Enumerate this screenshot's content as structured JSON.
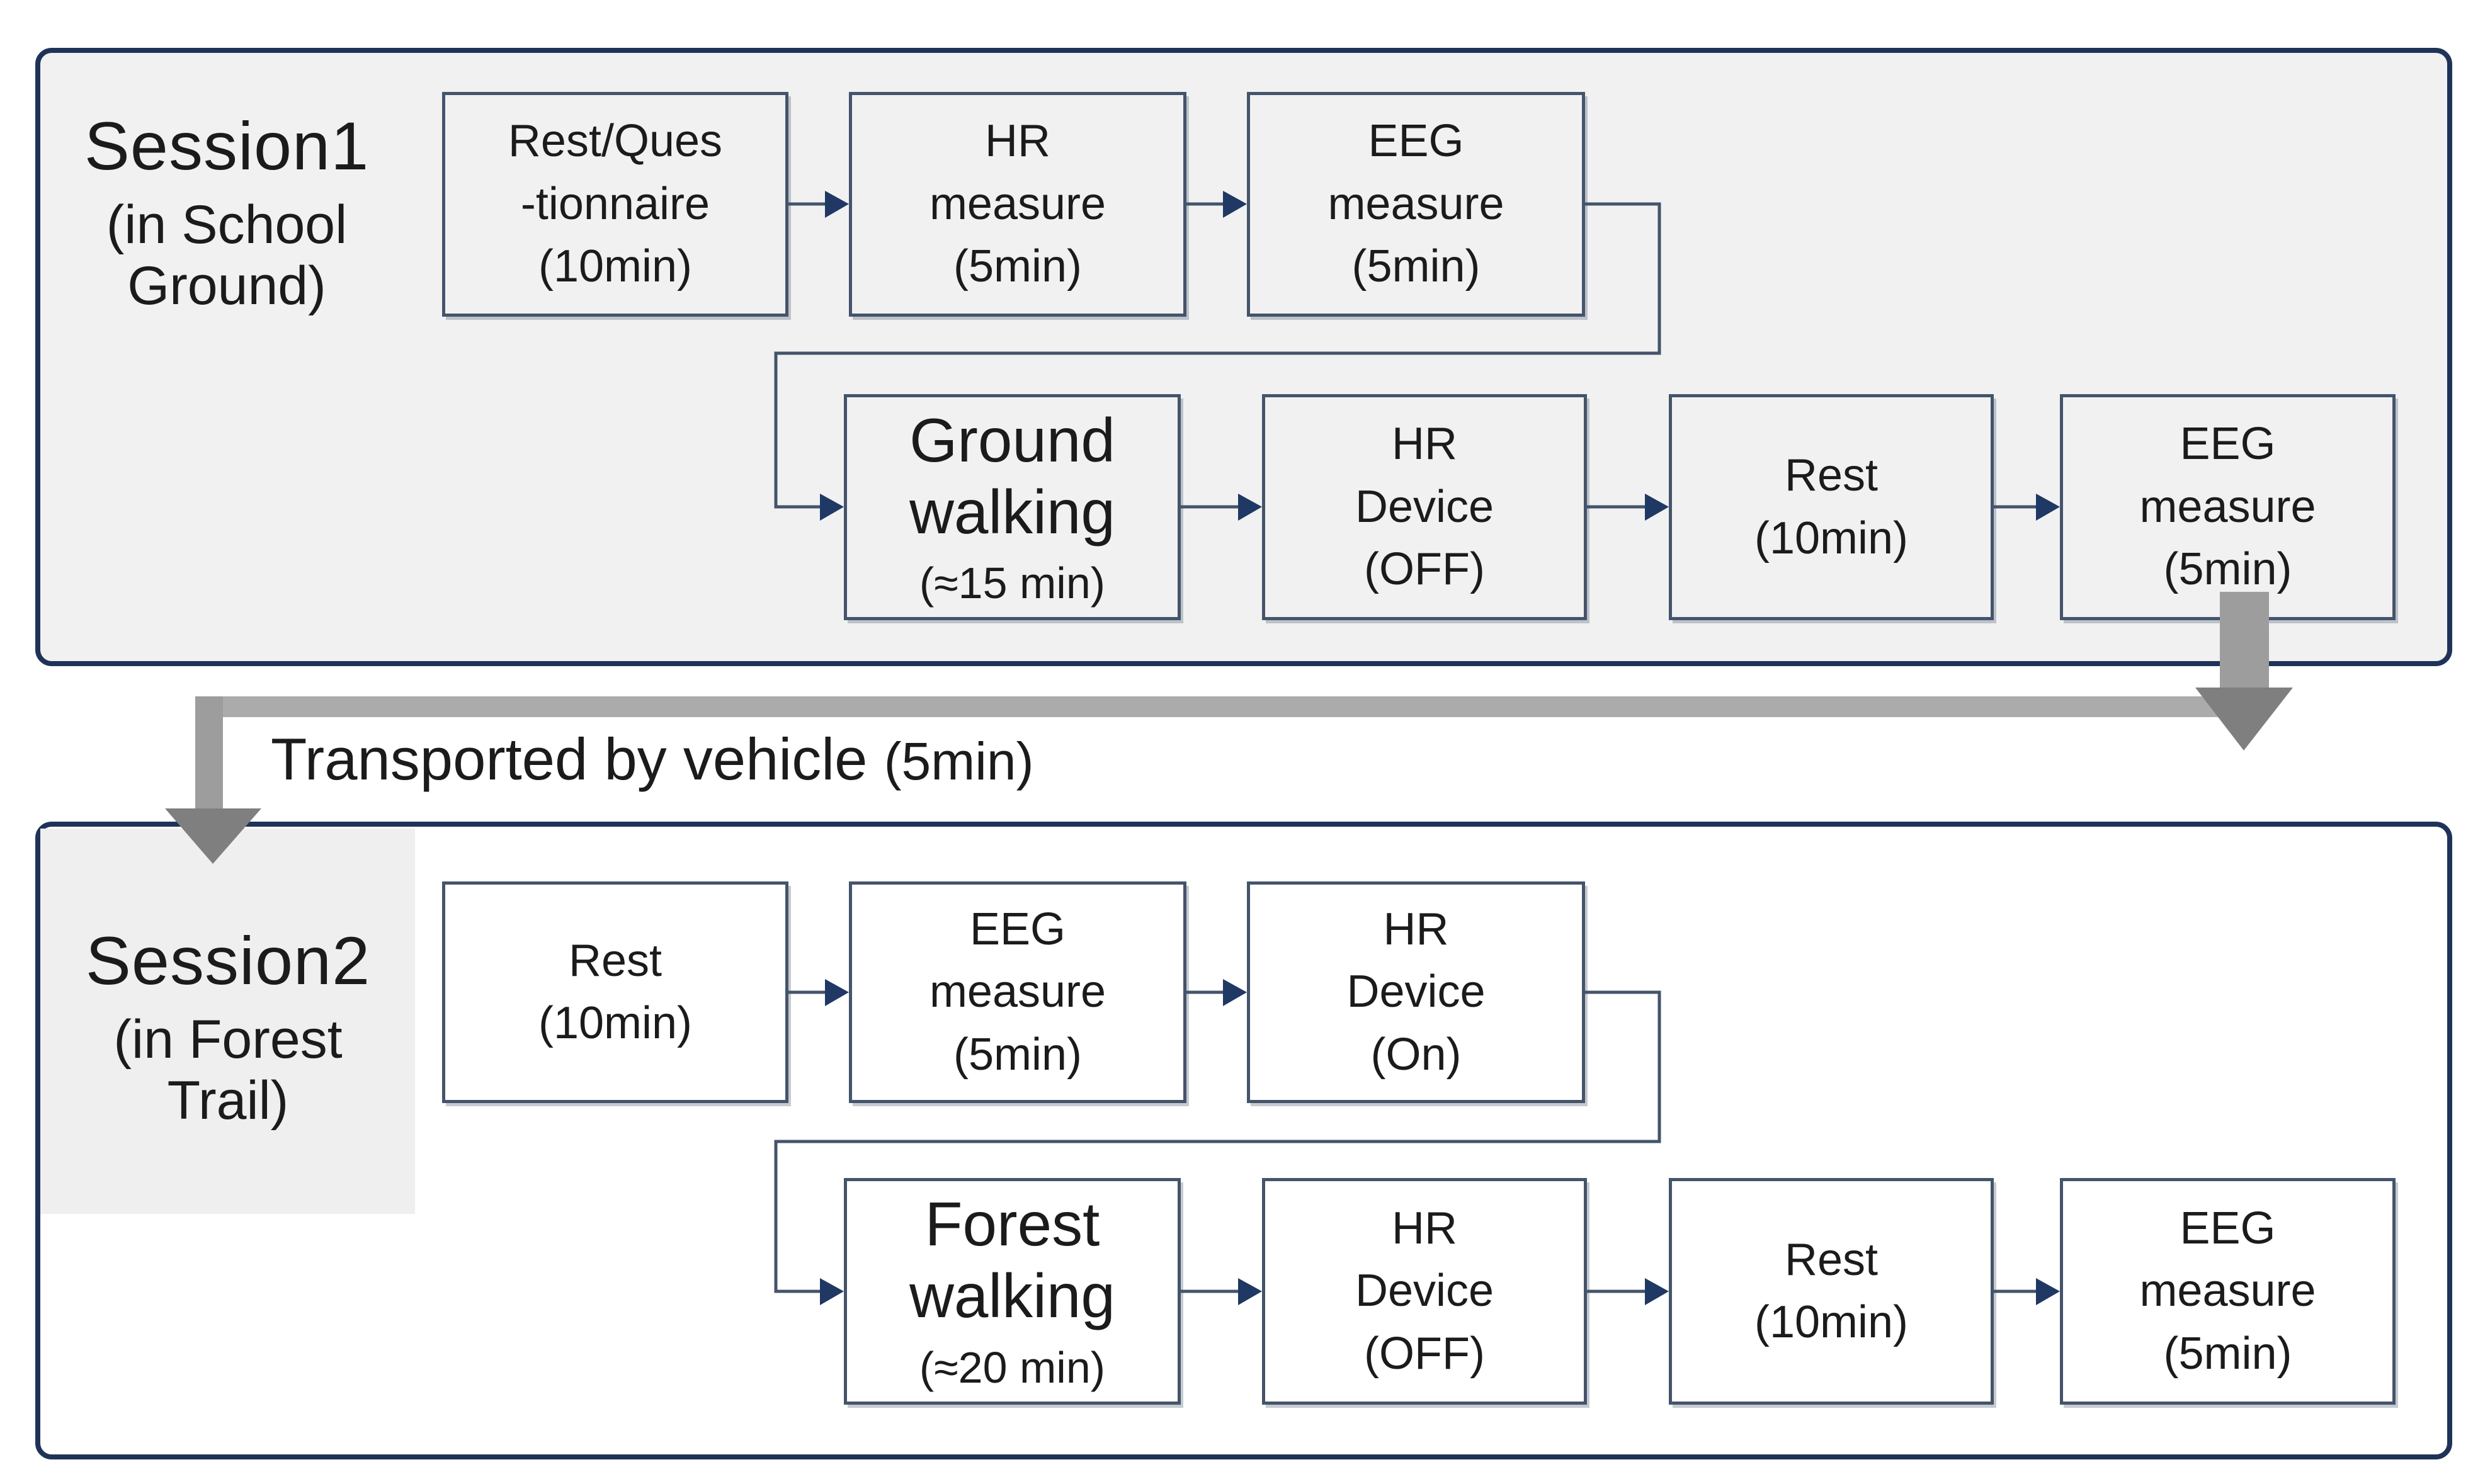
{
  "colors": {
    "panel_border": "#1e3357",
    "box_border": "#44546a",
    "connector": "#44546a",
    "arrowhead": "#1f3864",
    "session1_fill": "#f1f1f2",
    "session2_fill": "#ffffff",
    "session2_label_fill": "#efeff0",
    "transport_bar": "#ababab",
    "transport_shaft": "#9d9d9d",
    "transport_head": "#7f7f7f",
    "text": "#1b1b1b"
  },
  "session1": {
    "title": "Session1",
    "subtitle": [
      "(in School",
      "Ground)"
    ],
    "row1": [
      {
        "lines": [
          "Rest/Ques",
          "-tionnaire",
          "(10min)"
        ]
      },
      {
        "lines": [
          "HR",
          "measure",
          "(5min)"
        ]
      },
      {
        "lines": [
          "EEG",
          "measure",
          "(5min)"
        ]
      }
    ],
    "row2": [
      {
        "big": [
          "Ground",
          "walking"
        ],
        "small": "(≈15 min)"
      },
      {
        "lines": [
          "HR",
          "Device",
          "(OFF)"
        ]
      },
      {
        "lines": [
          "Rest",
          "(10min)"
        ]
      },
      {
        "lines": [
          "EEG",
          "measure",
          "(5min)"
        ]
      }
    ]
  },
  "transport": {
    "label": "Transported by vehicle",
    "duration": "(5min)"
  },
  "session2": {
    "title": "Session2",
    "subtitle": [
      "(in Forest",
      "Trail)"
    ],
    "row1": [
      {
        "lines": [
          "Rest",
          "(10min)"
        ]
      },
      {
        "lines": [
          "EEG",
          "measure",
          "(5min)"
        ]
      },
      {
        "lines": [
          "HR",
          "Device",
          "(On)"
        ]
      }
    ],
    "row2": [
      {
        "big": [
          "Forest",
          "walking"
        ],
        "small": "(≈20 min)"
      },
      {
        "lines": [
          "HR",
          "Device",
          "(OFF)"
        ]
      },
      {
        "lines": [
          "Rest",
          "(10min)"
        ]
      },
      {
        "lines": [
          "EEG",
          "measure",
          "(5min)"
        ]
      }
    ]
  }
}
